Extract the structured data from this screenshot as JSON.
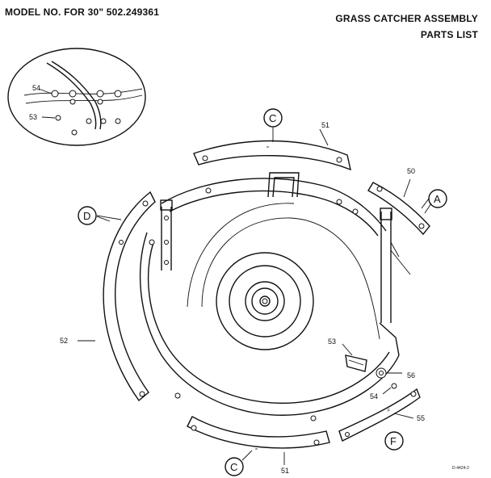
{
  "header": {
    "model": "MODEL NO. FOR 30\" 502.249361",
    "title_line1": "GRASS CATCHER ASSEMBLY",
    "title_line2": "PARTS LIST"
  },
  "part_numbers": {
    "p51_top": "51",
    "p51_bottom": "51",
    "p50": "50",
    "p52": "52",
    "p53": "53",
    "p53_inset": "53",
    "p54": "54",
    "p54_inset": "54",
    "p55": "55",
    "p56": "56"
  },
  "reference_letters": {
    "c_top": "C",
    "c_bottom": "C",
    "a": "A",
    "d": "D",
    "f": "F"
  },
  "drawing_number": "D-4424-2"
}
